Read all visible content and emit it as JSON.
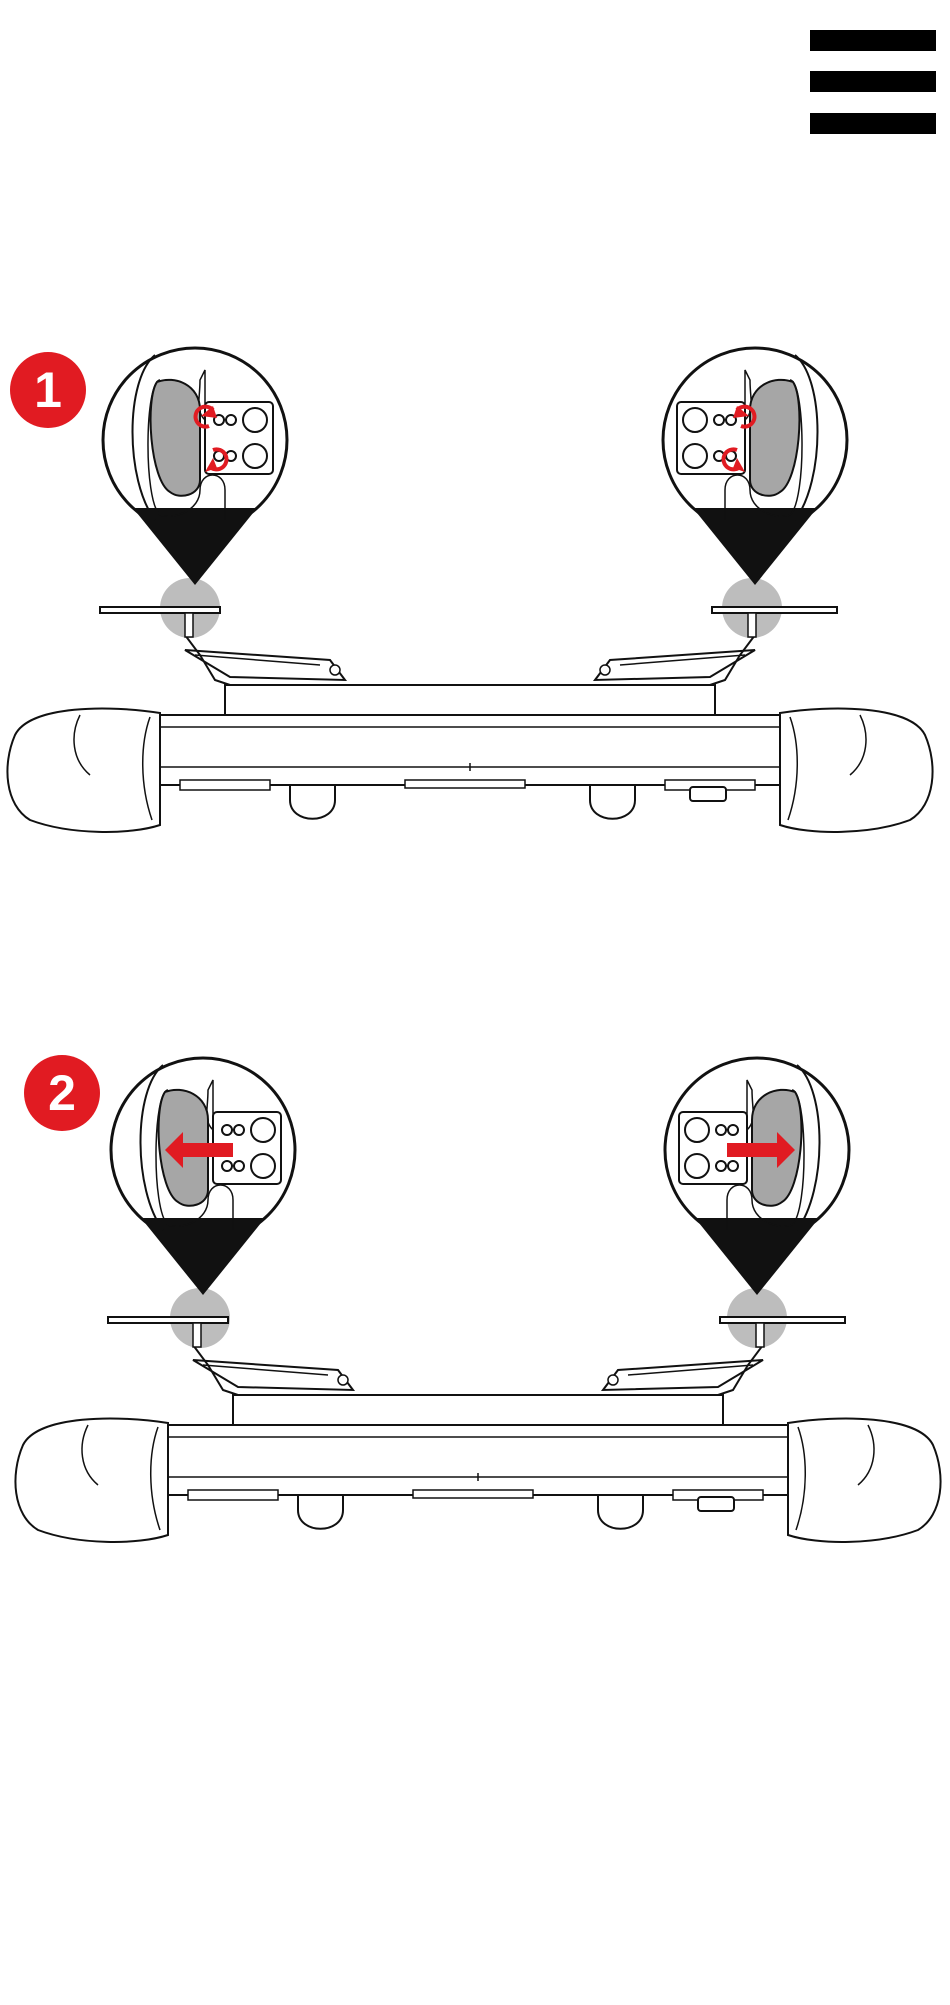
{
  "header": {
    "menu_icon": "hamburger-menu-icon"
  },
  "steps": [
    {
      "number": "1",
      "action": "unscrew-bolts",
      "icons": [
        "rotate-arrow-icon",
        "rotate-arrow-icon"
      ]
    },
    {
      "number": "2",
      "action": "slide-outward",
      "icons": [
        "arrow-left-icon",
        "arrow-right-icon"
      ]
    }
  ],
  "colors": {
    "accent": "#e11b22",
    "ink": "#111111",
    "pad": "#a6a6a6",
    "highlight": "#bdbdbd"
  }
}
